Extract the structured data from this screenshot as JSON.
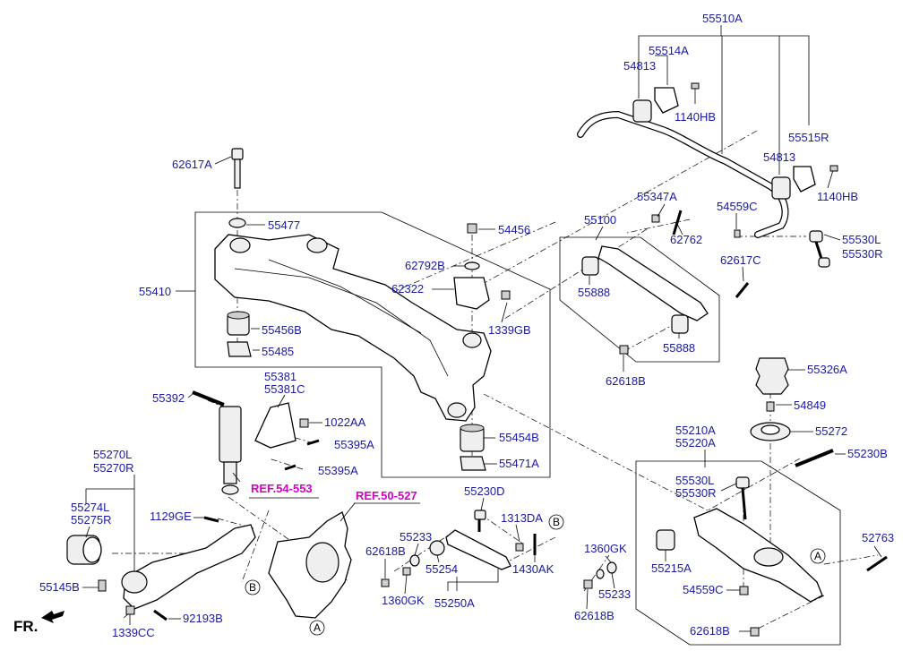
{
  "ref_labels": {
    "ref_54_553": "REF.54-553",
    "ref_50_527": "REF.50-527"
  },
  "front_marker": "FR.",
  "circle_markers": {
    "a": "A",
    "b": "B"
  },
  "part_labels": {
    "p55510A": "55510A",
    "p55514A": "55514A",
    "p54813_a": "54813",
    "p1140HB_a": "1140HB",
    "p54813_b": "54813",
    "p55515R": "55515R",
    "p1140HB_b": "1140HB",
    "p62617A": "62617A",
    "p55477": "55477",
    "p55410": "55410",
    "p55456B": "55456B",
    "p55485": "55485",
    "p54456": "54456",
    "p62792B": "62792B",
    "p62322": "62322",
    "p1339GB": "1339GB",
    "p55347A": "55347A",
    "p55100": "55100",
    "p62762": "62762",
    "p54559C_a": "54559C",
    "p55530L_a": "55530L",
    "p55530R_a": "55530R",
    "p55888_a": "55888",
    "p62617C": "62617C",
    "p55888_b": "55888",
    "p62618B_a": "62618B",
    "p55326A": "55326A",
    "p54849": "54849",
    "p55272": "55272",
    "p55392": "55392",
    "p55381": "55381",
    "p55381C": "55381C",
    "p1022AA": "1022AA",
    "p55395A_a": "55395A",
    "p55395A_b": "55395A",
    "p55454B": "55454B",
    "p55471A": "55471A",
    "p55210A": "55210A",
    "p55220A": "55220A",
    "p55230B": "55230B",
    "p55270L": "55270L",
    "p55270R": "55270R",
    "p55274L": "55274L",
    "p55275R": "55275R",
    "p1129GE": "1129GE",
    "p55145B": "55145B",
    "p1339CC": "1339CC",
    "p92193B": "92193B",
    "p55230D": "55230D",
    "p55233_a": "55233",
    "p1313DA": "1313DA",
    "p62618B_b": "62618B",
    "p55254": "55254",
    "p1430AK": "1430AK",
    "p1360GK_a": "1360GK",
    "p55250A": "55250A",
    "p55530L_b": "55530L",
    "p55530R_b": "55530R",
    "p52763": "52763",
    "p1360GK_b": "1360GK",
    "p55215A": "55215A",
    "p55233_b": "55233",
    "p54559C_b": "54559C",
    "p62618B_c": "62618B",
    "p62618B_d": "62618B"
  }
}
